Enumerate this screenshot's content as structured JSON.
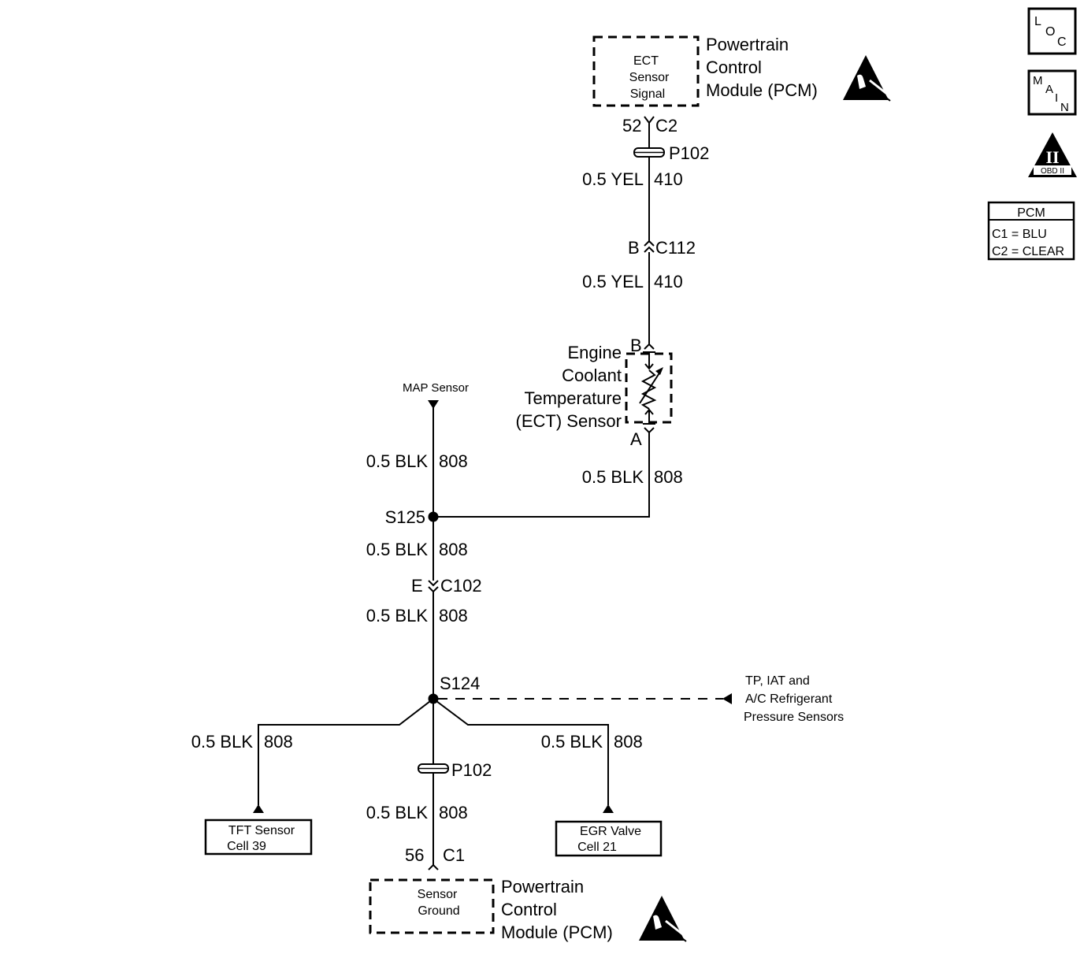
{
  "top_pcm": {
    "box_lines": [
      "ECT",
      "Sensor",
      "Signal"
    ],
    "title_lines": [
      "Powertrain",
      "Control",
      "Module (PCM)"
    ],
    "pin": "52",
    "connector": "C2"
  },
  "upper_splice_pack": "P102",
  "wire_410_upper": {
    "size_color": "0.5 YEL",
    "circuit": "410"
  },
  "c112": {
    "pin": "B",
    "connector": "C112"
  },
  "wire_410_lower": {
    "size_color": "0.5 YEL",
    "circuit": "410"
  },
  "ect_sensor": {
    "label_lines": [
      "Engine",
      "Coolant",
      "Temperature",
      "(ECT) Sensor"
    ],
    "pin_top": "B",
    "pin_bottom": "A"
  },
  "map_sensor": "MAP Sensor",
  "wire_808_map": {
    "size_color": "0.5 BLK",
    "circuit": "808"
  },
  "wire_808_ect": {
    "size_color": "0.5 BLK",
    "circuit": "808"
  },
  "s125": "S125",
  "wire_808_s125_down": {
    "size_color": "0.5 BLK",
    "circuit": "808"
  },
  "c102": {
    "pin": "E",
    "connector": "C102"
  },
  "wire_808_c102_down": {
    "size_color": "0.5 BLK",
    "circuit": "808"
  },
  "s124": "S124",
  "other_sensors_lines": [
    "TP, IAT and",
    "A/C Refrigerant",
    "Pressure Sensors"
  ],
  "wire_808_tft": {
    "size_color": "0.5 BLK",
    "circuit": "808"
  },
  "tft_ref": [
    "TFT Sensor",
    "Cell 39"
  ],
  "lower_splice_pack": "P102",
  "wire_808_pcm": {
    "size_color": "0.5 BLK",
    "circuit": "808"
  },
  "wire_808_egr": {
    "size_color": "0.5 BLK",
    "circuit": "808"
  },
  "egr_ref": [
    "EGR Valve",
    "Cell 21"
  ],
  "bottom_pcm": {
    "box_lines": [
      "Sensor",
      "Ground"
    ],
    "title_lines": [
      "Powertrain",
      "Control",
      "Module (PCM)"
    ],
    "pin": "56",
    "connector": "C1"
  },
  "side_icons": {
    "loc": [
      "L",
      "O",
      "C"
    ],
    "main": [
      "M",
      "A",
      "I",
      "N"
    ],
    "obd": {
      "numeral": "II",
      "label": "OBD II"
    }
  },
  "pcm_legend": {
    "title": "PCM",
    "rows": [
      "C1 = BLU",
      "C2 = CLEAR"
    ]
  }
}
